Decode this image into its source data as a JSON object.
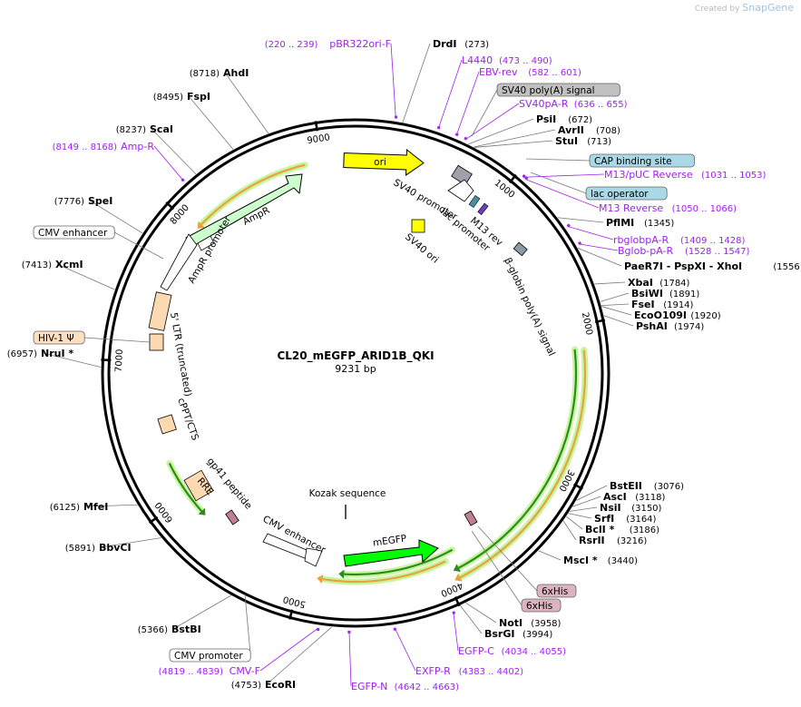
{
  "credit": {
    "text": "Created by",
    "brand": "SnapGene"
  },
  "map": {
    "title": "CL20_mEGFP_ARID1B_QKI",
    "subtitle": "9231 bp",
    "length": 9231
  },
  "ticks": [
    "1000",
    "2000",
    "3000",
    "4000",
    "5000",
    "6000",
    "7000",
    "8000",
    "9000"
  ],
  "sites": [
    {
      "name": "DrdI",
      "pos": "(273)"
    },
    {
      "name": "PsiI",
      "pos": "(672)"
    },
    {
      "name": "AvrII",
      "pos": "(708)"
    },
    {
      "name": "StuI",
      "pos": "(713)"
    },
    {
      "name": "PflMI",
      "pos": "(1345)"
    },
    {
      "name": "PaeR7I  - PspXI  - XhoI",
      "pos": "(1556)"
    },
    {
      "name": "XbaI",
      "pos": "(1784)"
    },
    {
      "name": "BsiWI",
      "pos": "(1891)"
    },
    {
      "name": "FseI",
      "pos": "(1914)"
    },
    {
      "name": "EcoO109I",
      "pos": "(1920)"
    },
    {
      "name": "PshAI",
      "pos": "(1974)"
    },
    {
      "name": "BstEII",
      "pos": "(3076)"
    },
    {
      "name": "AscI",
      "pos": "(3118)"
    },
    {
      "name": "NsiI",
      "pos": "(3150)"
    },
    {
      "name": "SrfI",
      "pos": "(3164)"
    },
    {
      "name": "BclI *",
      "pos": "(3186)"
    },
    {
      "name": "RsrII",
      "pos": "(3216)"
    },
    {
      "name": "MscI *",
      "pos": "(3440)"
    },
    {
      "name": "NotI",
      "pos": "(3958)"
    },
    {
      "name": "BsrGI",
      "pos": "(3994)"
    },
    {
      "name": "EcoRI",
      "pos": "(4753)"
    },
    {
      "name": "BstBI",
      "pos": "(5366)"
    },
    {
      "name": "BbvCI",
      "pos": "(5891)"
    },
    {
      "name": "MfeI",
      "pos": "(6125)"
    },
    {
      "name": "NruI *",
      "pos": "(6957)"
    },
    {
      "name": "XcmI",
      "pos": "(7413)"
    },
    {
      "name": "SpeI",
      "pos": "(7776)"
    },
    {
      "name": "ScaI",
      "pos": "(8237)"
    },
    {
      "name": "FspI",
      "pos": "(8495)"
    },
    {
      "name": "AhdI",
      "pos": "(8718)"
    }
  ],
  "primers": [
    {
      "name": "pBR322ori-F",
      "range": "(220 .. 239)"
    },
    {
      "name": "L4440",
      "range": "(473 .. 490)"
    },
    {
      "name": "EBV-rev",
      "range": "(582 .. 601)"
    },
    {
      "name": "SV40pA-R",
      "range": "(636 .. 655)"
    },
    {
      "name": "M13/pUC Reverse",
      "range": "(1031 .. 1053)"
    },
    {
      "name": "M13 Reverse",
      "range": "(1050 .. 1066)"
    },
    {
      "name": "rbglobpA-R",
      "range": "(1409 .. 1428)"
    },
    {
      "name": "Bglob-pA-R",
      "range": "(1528 .. 1547)"
    },
    {
      "name": "EGFP-C",
      "range": "(4034 .. 4055)"
    },
    {
      "name": "EXFP-R",
      "range": "(4383 .. 4402)"
    },
    {
      "name": "EGFP-N",
      "range": "(4642 .. 4663)"
    },
    {
      "name": "CMV-F",
      "range": "(4819 .. 4839)"
    },
    {
      "name": "Amp-R",
      "range": "(8149 .. 8168)"
    }
  ],
  "boxed_labels": [
    {
      "text": "SV40 poly(A) signal",
      "fill": "#c0c0c0"
    },
    {
      "text": "CAP binding site",
      "fill": "#a9d8e6"
    },
    {
      "text": "lac operator",
      "fill": "#a9d8e6"
    },
    {
      "text": "6xHis",
      "fill": "#dcb4c0"
    },
    {
      "text": "6xHis",
      "fill": "#dcb4c0"
    },
    {
      "text": "CMV promoter",
      "fill": "#ffffff"
    },
    {
      "text": "CMV enhancer",
      "fill": "#ffffff"
    },
    {
      "text": "HIV-1 Ψ",
      "fill": "#fde0c2"
    }
  ],
  "features": {
    "ori": "ori",
    "sv40_promoter": "SV40 promoter",
    "m13_rev": "M13 rev",
    "lac_promoter": "lac promoter",
    "sv40_ori": "SV40 ori",
    "bglobin": "β-globin poly(A) signal",
    "ampr": "AmpR",
    "ampr_promoter": "AmpR promoter",
    "ltr": "5' LTR (truncated)",
    "cppt": "cPPT/CTS",
    "gp41": "gp41 peptide",
    "rre": "RRE",
    "cmv_enhancer": "CMV enhancer",
    "kozak": "Kozak sequence",
    "megfp": "mEGFP"
  },
  "colors": {
    "backbone": "#000000",
    "primer": "#a020f0",
    "ori": "#ffff00",
    "ampr": "#ccffcc",
    "megfp": "#00ff00",
    "orf_arc": "#e8a33a",
    "orf_glow": "#c8f5a0",
    "feature_green_arc": "#2e8b1e",
    "ltr_box": "#fcd9b0",
    "rre_box": "#fcd9b0",
    "promoter_box": "#ffffff",
    "sv40_promoter_box": "#a0a0a8",
    "misc_grey": "#8c9aa6"
  }
}
